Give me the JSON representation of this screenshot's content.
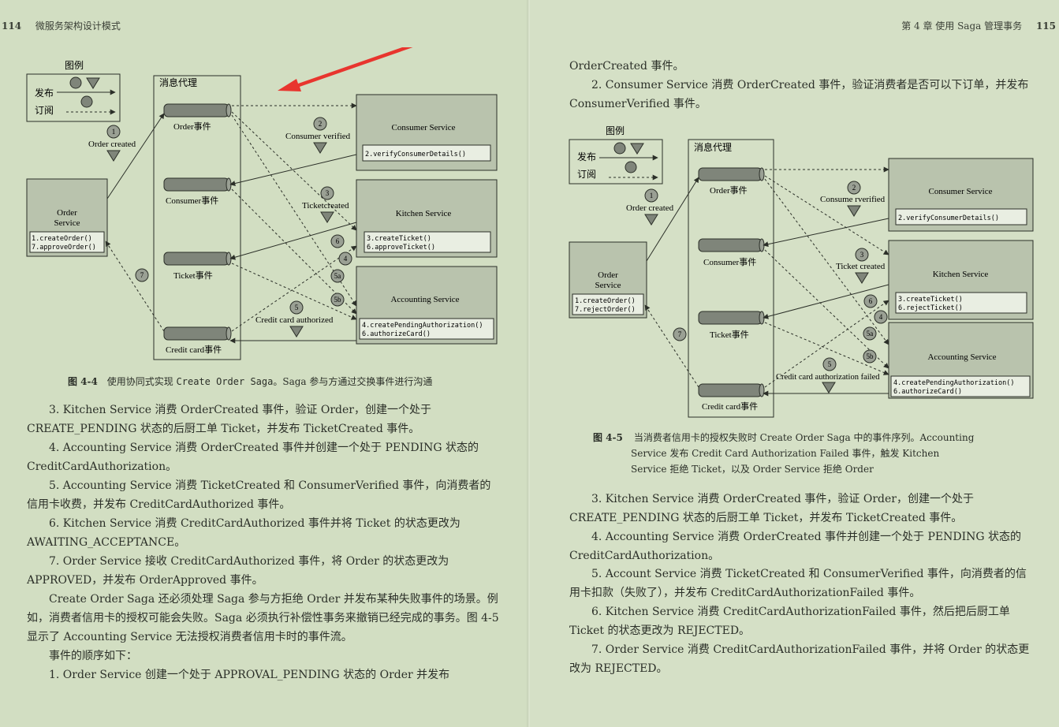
{
  "left_page": {
    "page_number": "114",
    "running_head": "微服务架构设计模式",
    "figure": {
      "legend_title": "图例",
      "legend_publish": "发布",
      "legend_subscribe": "订阅",
      "broker_title": "消息代理",
      "channels": [
        "Order事件",
        "Consumer事件",
        "Ticket事件",
        "Credit card事件"
      ],
      "order_service": {
        "name_line1": "Order",
        "name_line2": "Service",
        "methods": [
          "1.createOrder()",
          "7.approveOrder()"
        ]
      },
      "consumer_service": {
        "name": "Consumer Service",
        "methods": [
          "2.verifyConsumerDetails()"
        ]
      },
      "kitchen_service": {
        "name": "Kitchen Service",
        "methods": [
          "3.createTicket()",
          "6.approveTicket()"
        ]
      },
      "accounting_service": {
        "name": "Accounting Service",
        "methods": [
          "4.createPendingAuthorization()",
          "6.authorizeCard()"
        ]
      },
      "steps": [
        "1",
        "2",
        "3",
        "4",
        "5",
        "5a",
        "5b",
        "6",
        "7"
      ],
      "events": [
        "Order created",
        "Consumer verified",
        "Ticketcreated",
        "Credit card authorized"
      ]
    },
    "caption_label": "图 4-4",
    "caption_a": "使用协同式实现",
    "caption_code": "Create Order Saga",
    "caption_b": "。Saga 参与方通过交换事件进行沟通",
    "paragraphs": [
      "3. Kitchen Service 消费 OrderCreated 事件，验证 Order，创建一个处于 CREATE_PENDING 状态的后厨工单 Ticket，并发布 TicketCreated 事件。",
      "4. Accounting Service 消费 OrderCreated 事件并创建一个处于 PENDING 状态的 CreditCardAuthorization。",
      "5. Accounting Service 消费 TicketCreated 和 ConsumerVerified 事件，向消费者的信用卡收费，并发布 CreditCardAuthorized 事件。",
      "6. Kitchen Service 消费 CreditCardAuthorized 事件并将 Ticket 的状态更改为 AWAITING_ACCEPTANCE。",
      "7. Order Service 接收 CreditCardAuthorized 事件，将 Order 的状态更改为 APPROVED，并发布 OrderApproved 事件。",
      "Create Order Saga 还必须处理 Saga 参与方拒绝 Order 并发布某种失败事件的场景。例如，消费者信用卡的授权可能会失败。Saga 必须执行补偿性事务来撤销已经完成的事务。图 4-5 显示了 Accounting Service 无法授权消费者信用卡时的事件流。",
      "事件的顺序如下：",
      "1. Order Service 创建一个处于 APPROVAL_PENDING 状态的 Order 并发布"
    ]
  },
  "right_page": {
    "page_number": "115",
    "running_head": "第 4 章 使用 Saga 管理事务",
    "paragraphs_top": [
      "OrderCreated 事件。",
      "2. Consumer Service 消费 OrderCreated 事件，验证消费者是否可以下订单，并发布 ConsumerVerified 事件。"
    ],
    "figure": {
      "legend_title": "图例",
      "legend_publish": "发布",
      "legend_subscribe": "订阅",
      "broker_title": "消息代理",
      "channels": [
        "Order事件",
        "Consumer事件",
        "Ticket事件",
        "Credit card事件"
      ],
      "order_service": {
        "name_line1": "Order",
        "name_line2": "Service",
        "methods": [
          "1.createOrder()",
          "7.rejectOrder()"
        ]
      },
      "consumer_service": {
        "name": "Consumer Service",
        "methods": [
          "2.verifyConsumerDetails()"
        ]
      },
      "kitchen_service": {
        "name": "Kitchen Service",
        "methods": [
          "3.createTicket()",
          "6.rejectTicket()"
        ]
      },
      "accounting_service": {
        "name": "Accounting Service",
        "methods": [
          "4.createPendingAuthorization()",
          "6.authorizeCard()"
        ]
      },
      "steps": [
        "1",
        "2",
        "3",
        "4",
        "5",
        "5a",
        "5b",
        "6",
        "7"
      ],
      "events": [
        "Order created",
        "Consume rverified",
        "Ticket created",
        "Credit card authorization failed"
      ]
    },
    "caption_label": "图 4-5",
    "caption_lines": [
      "当消费者信用卡的授权失败时 Create Order Saga 中的事件序列。Accounting",
      "Service 发布 Credit Card Authorization Failed 事件，触发 Kitchen",
      "Service 拒绝 Ticket，以及 Order Service 拒绝 Order"
    ],
    "paragraphs": [
      "3. Kitchen Service 消费 OrderCreated 事件，验证 Order，创建一个处于 CREATE_PENDING 状态的后厨工单 Ticket，并发布 TicketCreated 事件。",
      "4. Accounting Service 消费 OrderCreated 事件并创建一个处于 PENDING 状态的 CreditCardAuthorization。",
      "5. Account Service 消费 TicketCreated 和 ConsumerVerified 事件，向消费者的信用卡扣款（失败了），并发布 CreditCardAuthorizationFailed 事件。",
      "6. Kitchen Service 消费 CreditCardAuthorizationFailed 事件，然后把后厨工单 Ticket 的状态更改为 REJECTED。",
      "7. Order Service 消费 CreditCardAuthorizationFailed 事件，并将 Order 的状态更改为 REJECTED。"
    ]
  },
  "colors": {
    "page": "#d2dec2",
    "service_box": "#b9c3ad",
    "channel": "#7f857a",
    "annotation_arrow": "#e8352e",
    "text": "#2b2f28"
  }
}
